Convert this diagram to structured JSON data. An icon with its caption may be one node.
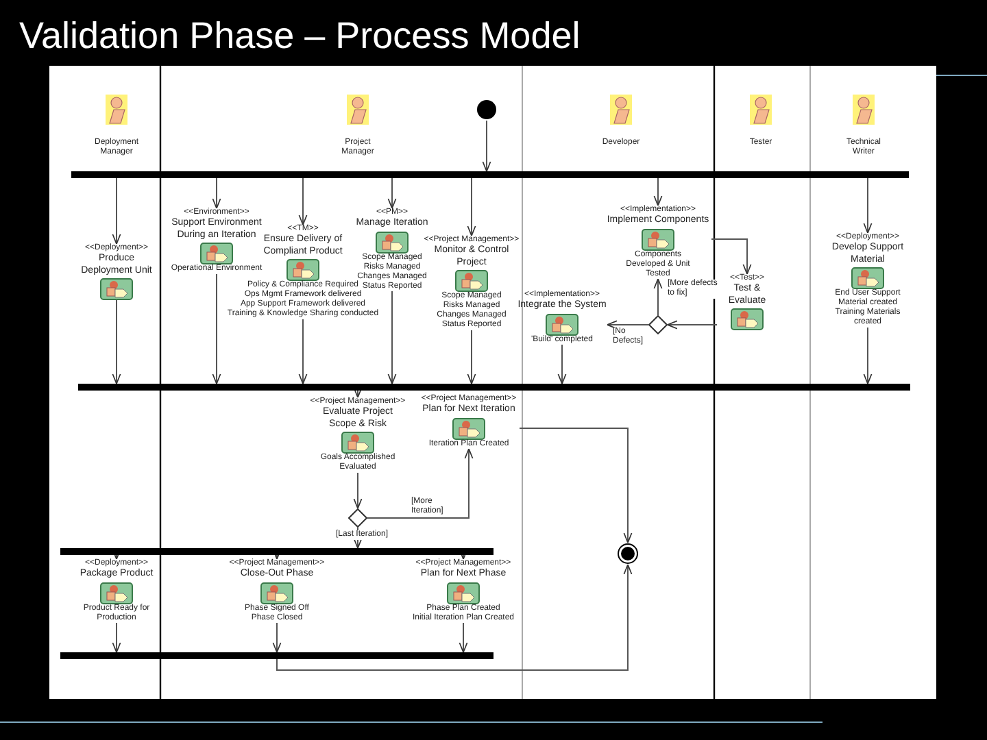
{
  "diagram": {
    "title": "Validation Phase – Process Model",
    "nodes": [
      {
        "text": [
          "Deployment Manager"
        ]
      },
      {
        "text": [
          "Project Manager"
        ]
      },
      {
        "text": [],
        "shape": "circle"
      },
      {
        "text": [
          "Developer"
        ]
      },
      {
        "text": [
          "Tester"
        ]
      },
      {
        "text": [
          "Technical Writer"
        ]
      },
      {
        "text": [],
        "shape": "bar"
      },
      {
        "text": [
          "<<Deployment>>",
          "Produce Deployment Unit"
        ]
      },
      {
        "text": [
          "<<Environment>>",
          "Support Environment During an Iteration",
          "Operational Environment"
        ]
      },
      {
        "text": [
          "<<TM>>",
          "Ensure Delivery of Compliant Product",
          "Policy & Compliance Required",
          "Ops Mgmt Framework delivered",
          "App Support Framework delivered",
          "Training & Knowledge Sharing conducted"
        ]
      },
      {
        "text": [
          "<<PM>>",
          "Manage Iteration",
          "Scope Managed",
          "Risks Managed",
          "Changes Managed",
          "Status Reported"
        ]
      },
      {
        "text": [
          "<<Project Management>>",
          "Monitor & Control Project",
          "Scope Managed",
          "Risks Managed",
          "Changes Managed",
          "Status Reported"
        ]
      },
      {
        "text": [
          "<<Implementation>>",
          "Implement Components",
          "Components Developed & Unit Tested"
        ]
      },
      {
        "text": [
          "<<Deployment>>",
          "Develop Support Material",
          "End User Support Material created",
          "Training Materials created"
        ]
      },
      {
        "text": [
          "<<Test>>",
          "Test & Evaluate"
        ]
      },
      {
        "text": [
          "<<Implementation>>",
          "Integrate the System",
          "'Build' completed"
        ]
      },
      {
        "text": [],
        "shape": "diamond"
      },
      {
        "text": [],
        "shape": "bar"
      },
      {
        "text": [
          "<<Project Management>>",
          "Plan for Next Iteration",
          "Iteration Plan Created"
        ]
      },
      {
        "text": [
          "<<Project Management>>",
          "Evaluate Project Scope & Risk",
          "Goals Accomplished Evaluated"
        ]
      },
      {
        "text": [],
        "shape": "diamond"
      },
      {
        "text": [],
        "shape": "circle"
      },
      {
        "text": [],
        "shape": "bar"
      },
      {
        "text": [
          "<<Deployment>>",
          "Package Product",
          "Product Ready for Production"
        ]
      },
      {
        "text": [
          "<<Project Management>>",
          "Close-Out Phase",
          "Phase Signed Off",
          "Phase Closed"
        ]
      },
      {
        "text": [
          "<<Project Management>>",
          "Plan for Next Phase",
          "Phase Plan Created",
          "Initial Iteration Plan Created"
        ]
      },
      {
        "text": [],
        "shape": "bar"
      }
    ],
    "edges": [
      {
        "from": 2,
        "to": 6,
        "arrow": "to"
      },
      {
        "from": 6,
        "to": 7,
        "arrow": "to"
      },
      {
        "from": 6,
        "to": 8,
        "arrow": "to"
      },
      {
        "from": 6,
        "to": 9,
        "arrow": "to"
      },
      {
        "from": 6,
        "to": 10,
        "arrow": "to"
      },
      {
        "from": 6,
        "to": 11,
        "arrow": "to"
      },
      {
        "from": 6,
        "to": 12,
        "arrow": "to"
      },
      {
        "from": 6,
        "to": 13,
        "arrow": "to"
      },
      {
        "from": 7,
        "to": 17,
        "arrow": "to"
      },
      {
        "from": 8,
        "to": 17,
        "arrow": "to"
      },
      {
        "from": 9,
        "to": 17,
        "arrow": "to"
      },
      {
        "from": 10,
        "to": 17,
        "arrow": "to"
      },
      {
        "from": 11,
        "to": 17,
        "arrow": "to"
      },
      {
        "from": 15,
        "to": 17,
        "arrow": "to"
      },
      {
        "from": 13,
        "to": 17,
        "arrow": "to"
      },
      {
        "from": 12,
        "to": 14,
        "arrow": "to"
      },
      {
        "from": 14,
        "to": 16,
        "arrow": "to"
      },
      {
        "from": 16,
        "to": 12,
        "arrow": "to",
        "label": "[More defects to fix]"
      },
      {
        "from": 16,
        "to": 15,
        "arrow": "to",
        "label": "[No Defects]"
      },
      {
        "from": 17,
        "to": 19,
        "arrow": "to"
      },
      {
        "from": 19,
        "to": 20,
        "arrow": "to"
      },
      {
        "from": 20,
        "to": 18,
        "arrow": "to",
        "label": "[More Iteration]"
      },
      {
        "from": 20,
        "to": 22,
        "arrow": "to",
        "label": "[Last Iteration]"
      },
      {
        "from": 18,
        "to": 21,
        "arrow": "to"
      },
      {
        "from": 22,
        "to": 23,
        "arrow": "to"
      },
      {
        "from": 22,
        "to": 24,
        "arrow": "to"
      },
      {
        "from": 22,
        "to": 25,
        "arrow": "to"
      },
      {
        "from": 23,
        "to": 26,
        "arrow": "to"
      },
      {
        "from": 24,
        "to": 26,
        "arrow": "to"
      },
      {
        "from": 25,
        "to": 26,
        "arrow": "to"
      },
      {
        "from": 26,
        "to": 21,
        "arrow": "to"
      }
    ]
  }
}
